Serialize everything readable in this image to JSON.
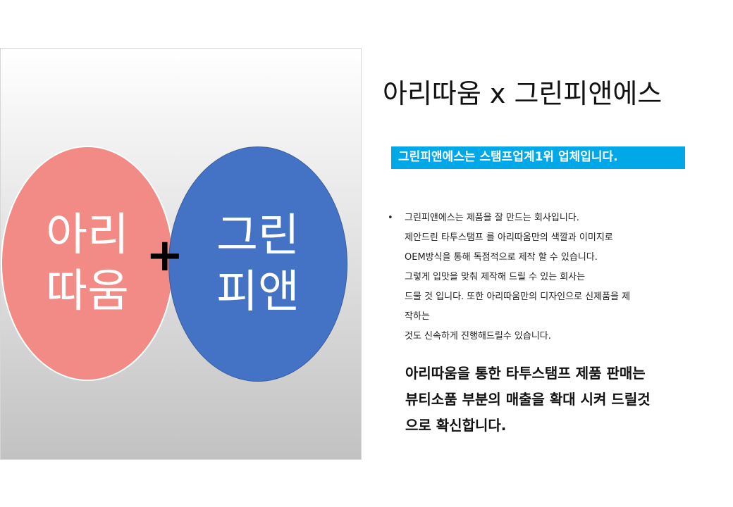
{
  "left_panel": {
    "pink_circle": {
      "lines": [
        "아리",
        "따움"
      ],
      "color": "#f28b86"
    },
    "blue_circle": {
      "lines": [
        "그린",
        "피앤"
      ],
      "color": "#4472c4"
    },
    "plus": "+"
  },
  "title": "아리따움 x 그린피앤에스",
  "banner": {
    "text": "그린피앤에스는 스탬프업계1위 업체입니다.",
    "color": "#00a8e8"
  },
  "bullet": {
    "marker": "•",
    "lines": [
      "그린피앤에스는 제품을 잘 만드는 회사입니다.",
      "제안드린 타투스탬프 를 아리따움만의 색깔과 이미지로",
      "OEM방식을 통해 독점적으로 제작 할 수 있습니다.",
      "그렇게 입맛을 맞춰 제작해 드릴 수 있는 회사는",
      "드물 것 입니다. 또한 아리따움만의 디자인으로 신제품을 제",
      "작하는",
      "것도 신속하게 진행해드릴수 있습니다."
    ]
  },
  "conclusion": {
    "lines": [
      "아리따움을 통한 타투스탬프 제품 판매는",
      "뷰티소품 부분의 매출을 확대 시켜 드릴것",
      "으로 확신합니다."
    ]
  }
}
